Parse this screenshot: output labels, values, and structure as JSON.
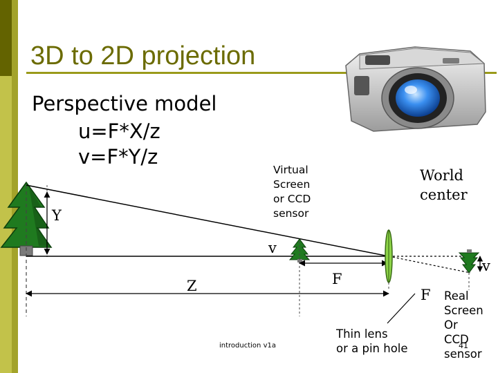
{
  "slide": {
    "title": "3D to 2D projection",
    "model_heading": "Perspective model",
    "equation_u": "u=F*X/z",
    "equation_v": "v=F*Y/z",
    "footer": "introduction v1a",
    "page_number": "41"
  },
  "diagram_labels": {
    "virtual_screen": [
      "Virtual",
      "Screen",
      "or CCD",
      "sensor"
    ],
    "world_center": [
      "World",
      "center"
    ],
    "object_height": "Y",
    "image_height_virtual": "v",
    "image_height_real": "v",
    "focal_length_virtual": "F",
    "focal_length_real": "F",
    "depth": "Z",
    "lens": [
      "Thin lens",
      "or a pin hole"
    ],
    "real_screen": [
      "Real",
      "Screen",
      "Or",
      "CCD",
      "sensor"
    ]
  },
  "colors": {
    "title": "#6b6b00",
    "tree_green": "#1f7a1f",
    "trunk_gray": "#7a7a7a",
    "lens_green": "#8ed448",
    "camera_lens_blue": "#1e6fd9"
  }
}
